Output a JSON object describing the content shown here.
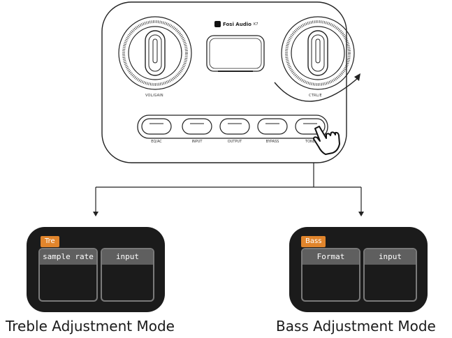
{
  "device": {
    "brand": "Fosi Audio",
    "model": "K7",
    "left_knob_label": "VOL/GAIN",
    "right_knob_label": "CTRL/E",
    "buttons": [
      "EQ/AC",
      "INPUT",
      "OUTPUT",
      "BYPASS",
      "TONE"
    ]
  },
  "modes": [
    {
      "tag": "Tre",
      "slots": [
        "sample rate",
        "input"
      ],
      "caption": "Treble Adjustment Mode"
    },
    {
      "tag": "Bass",
      "slots": [
        "Format",
        "input"
      ],
      "caption": "Bass Adjustment Mode"
    }
  ],
  "colors": {
    "tag_orange": "#e1852c",
    "screen_bg": "#1b1b1b",
    "slot_head": "#5f5f5f"
  },
  "icons": [
    "hand-pointer-icon",
    "arrow-down-icon"
  ]
}
